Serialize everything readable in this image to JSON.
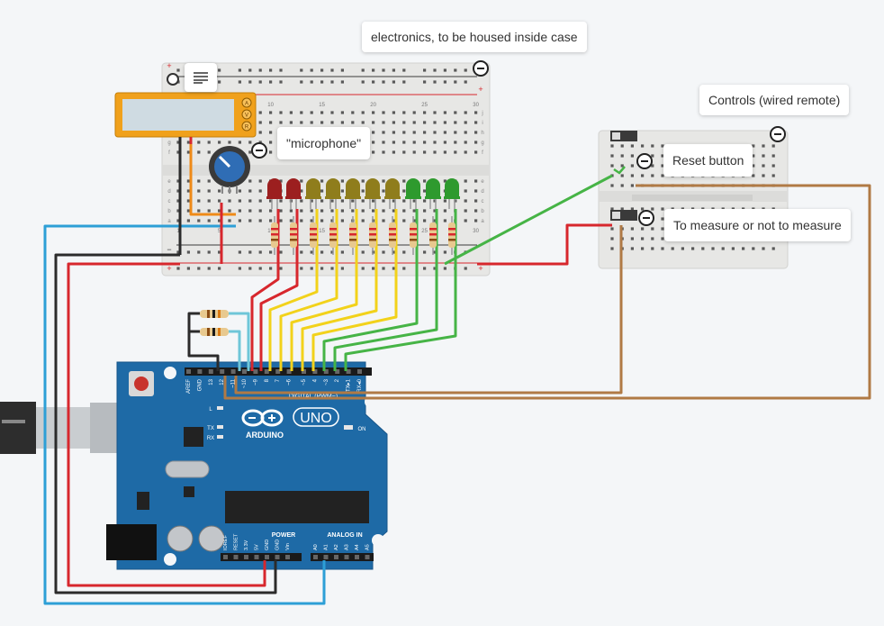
{
  "canvas": {
    "background": "#f4f6f8"
  },
  "annotations": {
    "electronics": "electronics, to be housed inside case",
    "microphone": "\"microphone\"",
    "controls": "Controls (wired remote)",
    "reset": "Reset button",
    "measure": "To measure or not to measure"
  },
  "breadboard": {
    "column_numbers": [
      "1",
      "",
      "",
      "",
      "5",
      "",
      "",
      "",
      "",
      "10",
      "",
      "",
      "",
      "",
      "15",
      "",
      "",
      "",
      "",
      "20",
      "",
      "",
      "",
      "",
      "25",
      "",
      "",
      "",
      "",
      "30"
    ],
    "row_letters_top": [
      "j",
      "i",
      "h",
      "g",
      "f"
    ],
    "row_letters_bottom": [
      "e",
      "d",
      "c",
      "b",
      "a"
    ],
    "rail_plus": "+",
    "rail_minus": "−"
  },
  "multimeter": {
    "buttons": [
      "A",
      "V",
      "R"
    ],
    "display": ""
  },
  "leds": {
    "colors": [
      "#9c1f1f",
      "#9c1f1f",
      "#8f7d1c",
      "#8f7d1c",
      "#8f7d1c",
      "#8f7d1c",
      "#8f7d1c",
      "#2e9a2e",
      "#2e9a2e",
      "#2e9a2e"
    ]
  },
  "arduino": {
    "logo_text": "ARDUINO",
    "model": "UNO",
    "digital_label": "DIGITAL (PWM~)",
    "power_label": "POWER",
    "analog_label": "ANALOG IN",
    "digital_pins": [
      "AREF",
      "GND",
      "13",
      "12",
      "~11",
      "~10",
      "~9",
      "8",
      "7",
      "~6",
      "~5",
      "4",
      "~3",
      "2",
      "TX▸1",
      "RX◂0"
    ],
    "power_pins": [
      "IOREF",
      "RESET",
      "3.3V",
      "5V",
      "GND",
      "GND",
      "Vin"
    ],
    "analog_pins": [
      "A0",
      "A1",
      "A2",
      "A3",
      "A4",
      "A5"
    ],
    "led_labels": [
      "L",
      "TX",
      "RX"
    ],
    "on_label": "ON",
    "board_color": "#1e6aa6"
  },
  "wire_colors": {
    "red": "#d7272d",
    "black": "#2b2b2b",
    "blue": "#2d9fd6",
    "orange": "#ef8a17",
    "yellow": "#f2d21b",
    "green": "#46b446",
    "brown": "#b07a45",
    "lightblue": "#6fc6d8"
  },
  "icons": {
    "note": "note-icon",
    "minus": "collapse-icon"
  }
}
